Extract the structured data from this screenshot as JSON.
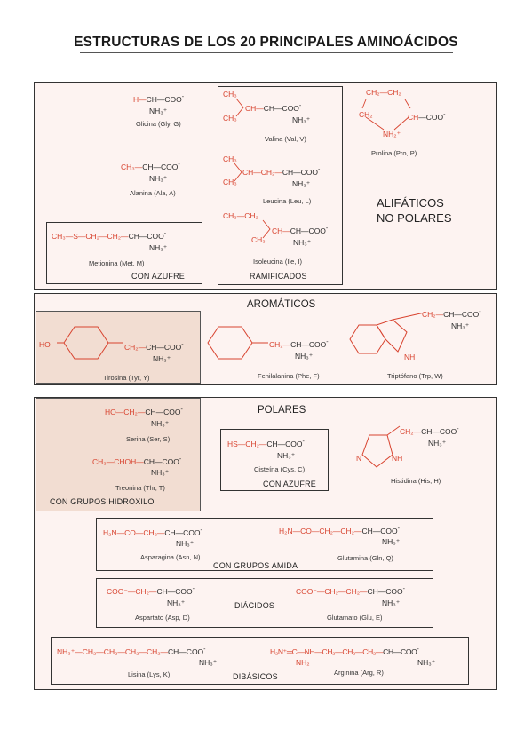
{
  "title": "ESTRUCTURAS DE LOS 20 PRINCIPALES AMINOÁCIDOS",
  "groups": {
    "aliphatic": "ALIFÁTICOS\nNO POLARES",
    "sulfur_1": "CON AZUFRE",
    "branched": "RAMIFICADOS",
    "aromatic": "AROMÁTICOS",
    "polar": "POLARES",
    "hydroxyl": "CON GRUPOS HIDROXILO",
    "sulfur_2": "CON AZUFRE",
    "amide": "CON GRUPOS AMIDA",
    "diacid": "DIÁCIDOS",
    "dibasic": "DIBÁSICOS"
  },
  "common": {
    "ch_coo": "CH—COO",
    "nh3": "NH₃⁺",
    "minus": "-"
  },
  "amino_acids": {
    "glycine": {
      "name": "Glicina (Gly, G)",
      "side": "H—",
      "chain": "CH—COO"
    },
    "alanine": {
      "name": "Alanina (Ala, A)",
      "side": "CH₃—",
      "chain": "CH—COO"
    },
    "methionine": {
      "name": "Metionina (Met, M)",
      "side": "CH₃—S—CH₂—CH₂—",
      "chain": "CH—COO"
    },
    "valine": {
      "name": "Valina (Val, V)",
      "side_a": "CH₃",
      "side_b": "CH₃",
      "chain": "CH—CH—COO"
    },
    "leucine": {
      "name": "Leucina (Leu, L)",
      "side_a": "CH₃",
      "side_b": "CH₃",
      "chain": "CH—CH₂—CH—COO"
    },
    "isoleucine": {
      "name": "Isoleucina (Ile, I)",
      "side_a": "CH₃—CH₂",
      "side_b": "CH₃",
      "chain": "CH—CH—COO"
    },
    "proline": {
      "name": "Prolina (Pro, P)",
      "r1": "CH₂—CH₂",
      "r2": "CH₂",
      "r3": "CH—COO",
      "r4": "NH₂⁺"
    },
    "tyrosine": {
      "name": "Tirosina (Tyr, Y)",
      "side": "HO",
      "chain": "CH₂—CH—COO"
    },
    "phenylalanine": {
      "name": "Fenilalanina (Phe, F)",
      "chain": "CH₂—CH—COO"
    },
    "tryptophan": {
      "name": "Triptófano (Trp, W)",
      "chain": "CH₂—CH—COO",
      "nh": "NH"
    },
    "serine": {
      "name": "Serina (Ser, S)",
      "side": "HO—CH₂—",
      "chain": "CH—COO"
    },
    "threonine": {
      "name": "Treonina (Thr, T)",
      "side": "CH₃—CHOH—",
      "chain": "CH—COO"
    },
    "cysteine": {
      "name": "Cisteína (Cys, C)",
      "side": "HS—CH₂—",
      "chain": "CH—COO"
    },
    "histidine": {
      "name": "Histidina (His, H)",
      "chain": "CH₂—CH—COO",
      "n": "N",
      "nh": "NH"
    },
    "asparagine": {
      "name": "Asparagina (Asn, N)",
      "side": "H₂N—CO—CH₂—",
      "chain": "CH—COO"
    },
    "glutamine": {
      "name": "Glutamina (Gln, Q)",
      "side": "H₂N—CO—CH₂—CH₂—",
      "chain": "CH—COO"
    },
    "aspartate": {
      "name": "Aspartato (Asp, D)",
      "side": "COO⁻—CH₂—",
      "chain": "CH—COO"
    },
    "glutamate": {
      "name": "Glutamato (Glu, E)",
      "side": "COO⁻—CH₂—CH₂—",
      "chain": "CH—COO"
    },
    "lysine": {
      "name": "Lisina (Lys, K)",
      "side": "NH₃⁺—CH₂—CH₂—CH₂—CH₂—",
      "chain": "CH—COO"
    },
    "arginine": {
      "name": "Arginina (Arg, R)",
      "side": "H₂N⁺═C—NH—CH₂—CH₂—CH₂—",
      "side_b": "NH₂",
      "chain": "CH—COO"
    }
  },
  "colors": {
    "red": "#d8432f",
    "ink": "#2a2a2a",
    "pink_bg": "#fdf3f1",
    "tan_bg": "#f2ddd2"
  }
}
